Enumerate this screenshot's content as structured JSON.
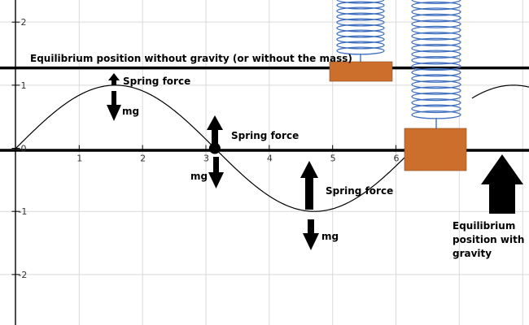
{
  "chart_data": {
    "type": "line",
    "x_ticks": [
      "1",
      "2",
      "3",
      "4",
      "5",
      "6"
    ],
    "y_ticks": [
      "2",
      "1",
      "0",
      "-1",
      "-2"
    ],
    "xlim": [
      -0.25,
      8.1
    ],
    "ylim": [
      -2.8,
      2.35
    ],
    "curve": {
      "function": "sin",
      "x_range": [
        0,
        6.283
      ]
    },
    "curve_tail": {
      "function": "sin",
      "x_range": [
        7.2,
        8.1
      ]
    },
    "reference_lines": [
      {
        "name": "no-gravity-equilibrium",
        "y": 1.3
      },
      {
        "name": "gravity-equilibrium",
        "y": 0
      }
    ],
    "marked_point": {
      "x": 3.14,
      "y": 0
    }
  },
  "labels": {
    "equilibrium_no_gravity": "Equilibrium position without gravity (or without the mass)",
    "spring_force_1": "Spring force",
    "mg_1": "mg",
    "spring_force_2": "Spring force",
    "mg_2": "mg",
    "spring_force_3": "Spring force",
    "mg_3": "mg",
    "equilibrium_gravity_line1": "Equilibrium",
    "equilibrium_gravity_line2": "position with",
    "equilibrium_gravity_line3": "gravity"
  },
  "colors": {
    "mass": "#cc6f2c",
    "spring": "#3f6fbf",
    "curve": "#000000",
    "grid": "#d9d9d9",
    "axis": "#000000"
  }
}
